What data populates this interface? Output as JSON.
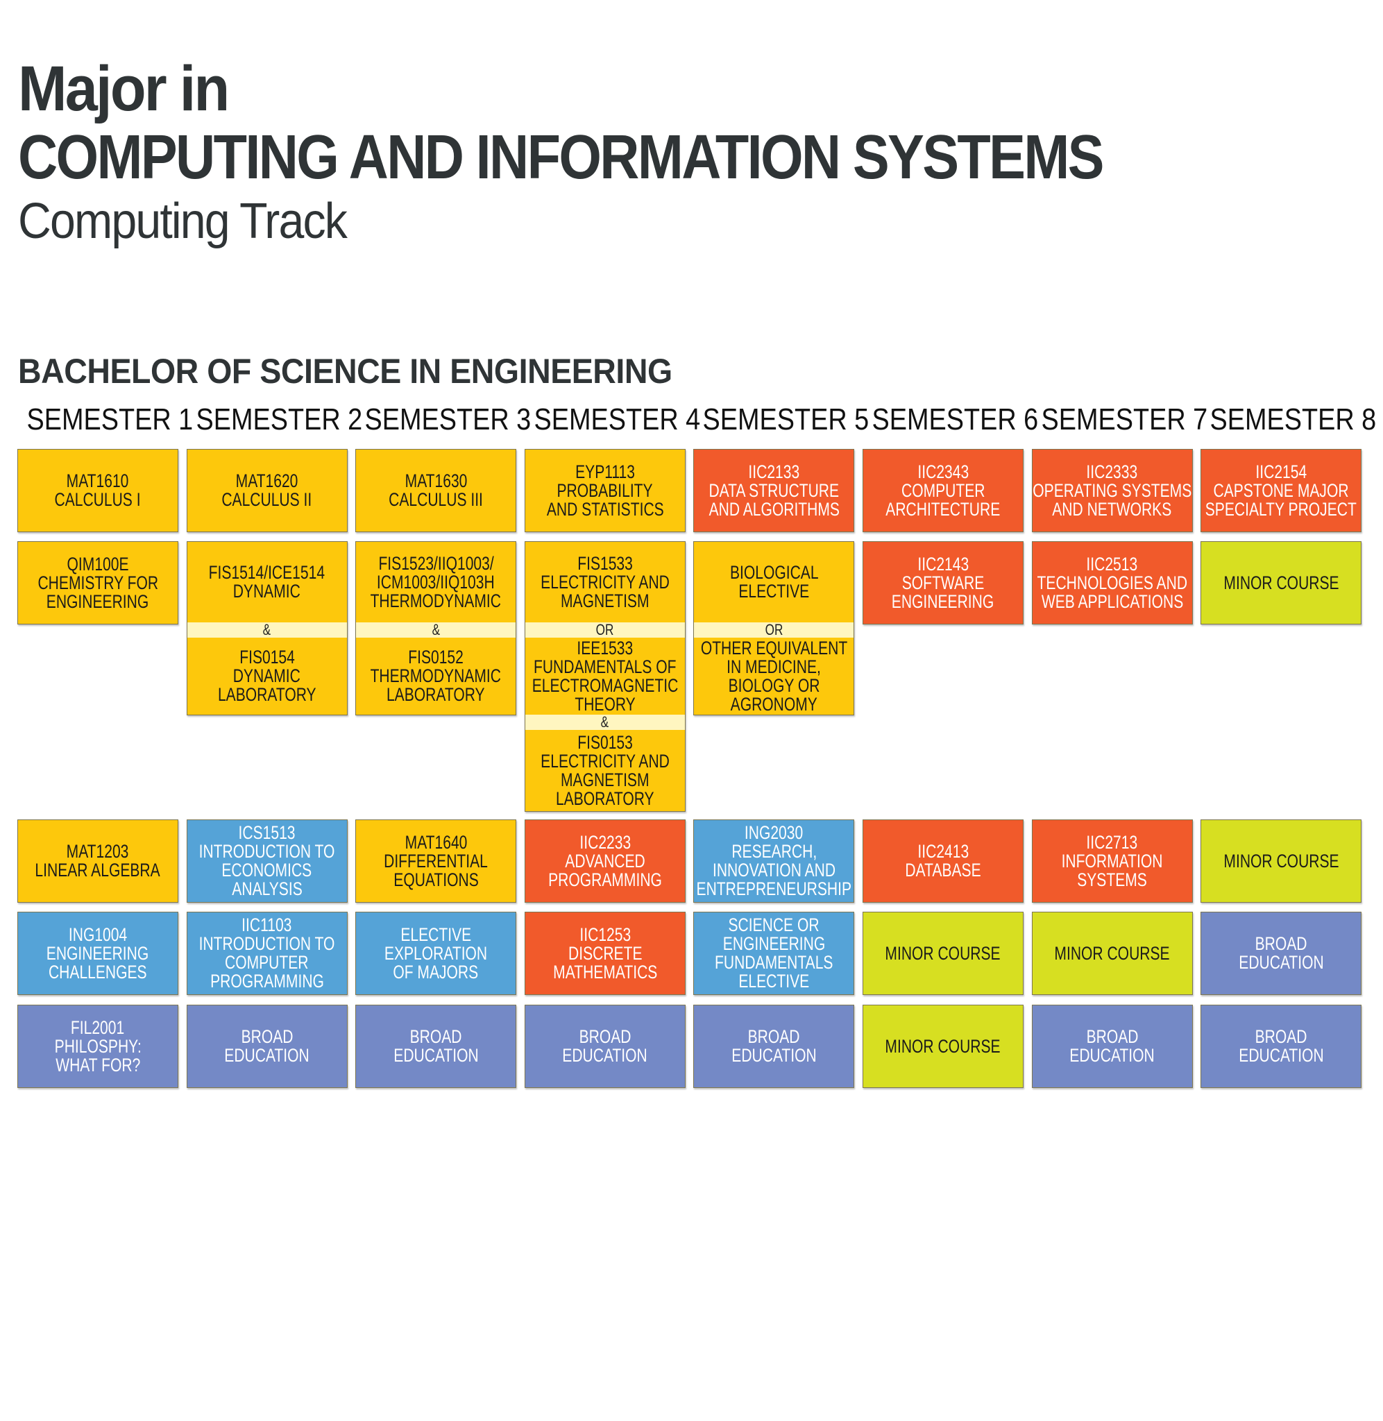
{
  "header": {
    "line1": "Major in",
    "line2": "COMPUTING AND INFORMATION SYSTEMS",
    "line3": "Computing Track",
    "section": "BACHELOR OF SCIENCE IN ENGINEERING"
  },
  "colors": {
    "yellow": "#FDC80C",
    "orange": "#F15A2B",
    "lime": "#D7DF21",
    "blue": "#55A3D7",
    "purple": "#7489C6",
    "connector": "#FFF6C0",
    "title": "#2F3436"
  },
  "semesters": [
    {
      "label": "SEMESTER 1",
      "courses": [
        {
          "color": "yellow",
          "lines": [
            "MAT1610",
            "CALCULUS I"
          ]
        },
        {
          "color": "yellow",
          "lines": [
            "QIM100E",
            "CHEMISTRY FOR",
            "ENGINEERING"
          ]
        },
        {
          "color": "yellow",
          "lines": [
            "MAT1203",
            "LINEAR ALGEBRA"
          ]
        },
        {
          "color": "blue",
          "lines": [
            "ING1004",
            "ENGINEERING",
            "CHALLENGES"
          ]
        },
        {
          "color": "purple",
          "lines": [
            "FIL2001",
            "PHILOSPHY:",
            "WHAT FOR?"
          ]
        }
      ]
    },
    {
      "label": "SEMESTER 2",
      "courses": [
        {
          "color": "yellow",
          "lines": [
            "MAT1620",
            "CALCULUS II"
          ]
        },
        {
          "color": "yellow",
          "parts": [
            {
              "lines": [
                "FIS1514/ICE1514",
                "DYNAMIC"
              ]
            },
            {
              "connector": "&"
            },
            {
              "lines": [
                "FIS0154",
                "DYNAMIC",
                "LABORATORY"
              ]
            }
          ]
        },
        {
          "color": "blue",
          "lines": [
            "ICS1513",
            "INTRODUCTION TO",
            "ECONOMICS",
            "ANALYSIS"
          ]
        },
        {
          "color": "blue",
          "lines": [
            "IIC1103",
            "INTRODUCTION TO",
            "COMPUTER",
            "PROGRAMMING"
          ]
        },
        {
          "color": "purple",
          "lines": [
            "BROAD",
            "EDUCATION"
          ]
        }
      ]
    },
    {
      "label": "SEMESTER 3",
      "courses": [
        {
          "color": "yellow",
          "lines": [
            "MAT1630",
            "CALCULUS III"
          ]
        },
        {
          "color": "yellow",
          "parts": [
            {
              "lines": [
                "FIS1523/IIQ1003/",
                "ICM1003/IIQ103H",
                "THERMODYNAMIC"
              ]
            },
            {
              "connector": "&"
            },
            {
              "lines": [
                "FIS0152",
                "THERMODYNAMIC",
                "LABORATORY"
              ]
            }
          ]
        },
        {
          "color": "yellow",
          "lines": [
            "MAT1640",
            "DIFFERENTIAL",
            "EQUATIONS"
          ]
        },
        {
          "color": "blue",
          "lines": [
            "ELECTIVE",
            "EXPLORATION",
            "OF MAJORS"
          ]
        },
        {
          "color": "purple",
          "lines": [
            "BROAD",
            "EDUCATION"
          ]
        }
      ]
    },
    {
      "label": "SEMESTER 4",
      "courses": [
        {
          "color": "yellow",
          "lines": [
            "EYP1113",
            "PROBABILITY",
            "AND STATISTICS"
          ]
        },
        {
          "color": "yellow",
          "parts": [
            {
              "lines": [
                "FIS1533",
                "ELECTRICITY AND",
                "MAGNETISM"
              ]
            },
            {
              "connector": "OR"
            },
            {
              "lines": [
                "IEE1533",
                "FUNDAMENTALS OF",
                "ELECTROMAGNETIC",
                "THEORY"
              ]
            },
            {
              "connector": "&"
            },
            {
              "lines": [
                "FIS0153",
                "ELECTRICITY AND",
                "MAGNETISM",
                "LABORATORY"
              ]
            }
          ]
        },
        {
          "color": "orange",
          "lines": [
            "IIC2233",
            "ADVANCED",
            "PROGRAMMING"
          ]
        },
        {
          "color": "orange",
          "lines": [
            "IIC1253",
            "DISCRETE",
            "MATHEMATICS"
          ]
        },
        {
          "color": "purple",
          "lines": [
            "BROAD",
            "EDUCATION"
          ]
        }
      ]
    },
    {
      "label": "SEMESTER 5",
      "courses": [
        {
          "color": "orange",
          "lines": [
            "IIC2133",
            "DATA STRUCTURE",
            "AND ALGORITHMS"
          ]
        },
        {
          "color": "yellow",
          "parts": [
            {
              "lines": [
                "BIOLOGICAL",
                "ELECTIVE"
              ]
            },
            {
              "connector": "OR"
            },
            {
              "lines": [
                "OTHER EQUIVALENT",
                "IN MEDICINE,",
                "BIOLOGY OR",
                "AGRONOMY"
              ]
            }
          ]
        },
        {
          "color": "blue",
          "lines": [
            "ING2030",
            "RESEARCH,",
            "INNOVATION AND",
            "ENTREPRENEURSHIP"
          ]
        },
        {
          "color": "blue",
          "lines": [
            "SCIENCE OR",
            "ENGINEERING",
            "FUNDAMENTALS",
            "ELECTIVE"
          ]
        },
        {
          "color": "purple",
          "lines": [
            "BROAD",
            "EDUCATION"
          ]
        }
      ]
    },
    {
      "label": "SEMESTER 6",
      "courses": [
        {
          "color": "orange",
          "lines": [
            "IIC2343",
            "COMPUTER",
            "ARCHITECTURE"
          ]
        },
        {
          "color": "orange",
          "lines": [
            "IIC2143",
            "SOFTWARE",
            "ENGINEERING"
          ]
        },
        {
          "color": "orange",
          "lines": [
            "IIC2413",
            "DATABASE"
          ]
        },
        {
          "color": "lime",
          "lines": [
            "MINOR COURSE"
          ]
        },
        {
          "color": "lime",
          "lines": [
            "MINOR COURSE"
          ]
        }
      ]
    },
    {
      "label": "SEMESTER 7",
      "courses": [
        {
          "color": "orange",
          "lines": [
            "IIC2333",
            "OPERATING SYSTEMS",
            "AND NETWORKS"
          ]
        },
        {
          "color": "orange",
          "lines": [
            "IIC2513",
            "TECHNOLOGIES AND",
            "WEB APPLICATIONS"
          ]
        },
        {
          "color": "orange",
          "lines": [
            "IIC2713",
            "INFORMATION",
            "SYSTEMS"
          ]
        },
        {
          "color": "lime",
          "lines": [
            "MINOR COURSE"
          ]
        },
        {
          "color": "purple",
          "lines": [
            "BROAD",
            "EDUCATION"
          ]
        }
      ]
    },
    {
      "label": "SEMESTER 8",
      "courses": [
        {
          "color": "orange",
          "lines": [
            "IIC2154",
            "CAPSTONE MAJOR",
            "SPECIALTY PROJECT"
          ]
        },
        {
          "color": "lime",
          "lines": [
            "MINOR COURSE"
          ]
        },
        {
          "color": "lime",
          "lines": [
            "MINOR COURSE"
          ]
        },
        {
          "color": "purple",
          "lines": [
            "BROAD",
            "EDUCATION"
          ]
        },
        {
          "color": "purple",
          "lines": [
            "BROAD",
            "EDUCATION"
          ]
        }
      ]
    }
  ]
}
